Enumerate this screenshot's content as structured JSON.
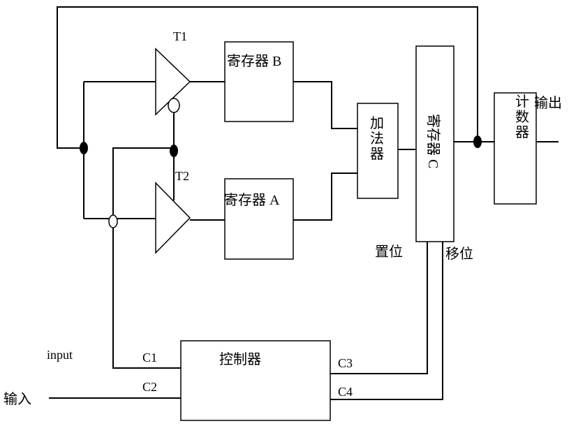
{
  "diagram": {
    "labels": {
      "t1": "T1",
      "t2": "T2",
      "register_b": "寄存器 B",
      "register_a": "寄存器 A",
      "adder": [
        "加",
        "法",
        "器"
      ],
      "register_c": "寄存器 C",
      "counter": [
        "计",
        "数",
        "器"
      ],
      "output": "输出",
      "set": "置位",
      "shift": "移位",
      "controller": "控制器",
      "input_en": "input",
      "input_cn": "输入",
      "c1": "C1",
      "c2": "C2",
      "c3": "C3",
      "c4": "C4"
    }
  }
}
